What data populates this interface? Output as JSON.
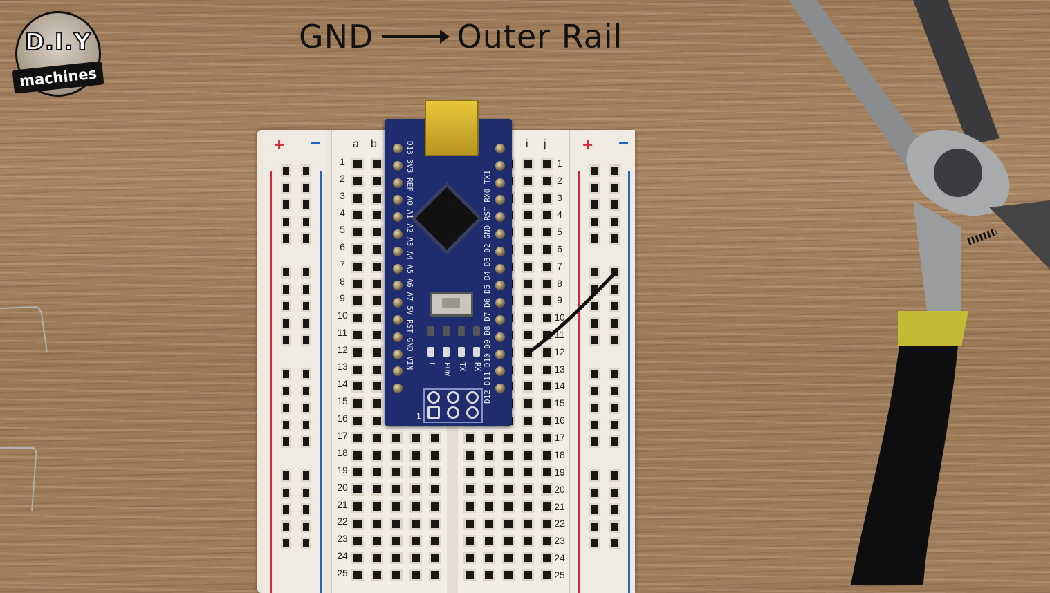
{
  "logo": {
    "top_text": "D.I.Y",
    "banner_text": "machines"
  },
  "caption": {
    "from": "GND",
    "to": "Outer Rail"
  },
  "breadboard": {
    "rail_plus": "+",
    "rail_minus": "−",
    "columns_left": [
      "a",
      "b"
    ],
    "columns_right": [
      "i",
      "j"
    ],
    "row_numbers": [
      "1",
      "2",
      "3",
      "4",
      "5",
      "6",
      "7",
      "8",
      "9",
      "10",
      "11",
      "12",
      "13",
      "14",
      "15",
      "16",
      "17",
      "18",
      "19",
      "20",
      "21",
      "22",
      "23",
      "24",
      "25"
    ],
    "colors": {
      "positive_rail": "#d42a3a",
      "negative_rail": "#2266cc",
      "board": "#ece8e0"
    }
  },
  "arduino": {
    "left_pin_labels": "D13 3V3 REF A0 A1 A2 A3 A4 A5 A6 A7 5V RST GND VIN",
    "right_pin_labels": "D12 D11 D10 D9 D8 D7 D6 D5 D4 D3 D2 GND RST RX0 TX1",
    "led_labels": [
      "L",
      "POW",
      "TX",
      "RX"
    ],
    "icsp_label": "1",
    "colors": {
      "pcb": "#1f2c6e",
      "usb": "#d4b22c"
    }
  },
  "jumper_wire": {
    "from": "GND pin (row 12)",
    "to": "negative outer rail",
    "color": "#111111"
  },
  "tool": {
    "name": "pliers",
    "grip_color": "#111111",
    "band_color": "#c8c030"
  }
}
